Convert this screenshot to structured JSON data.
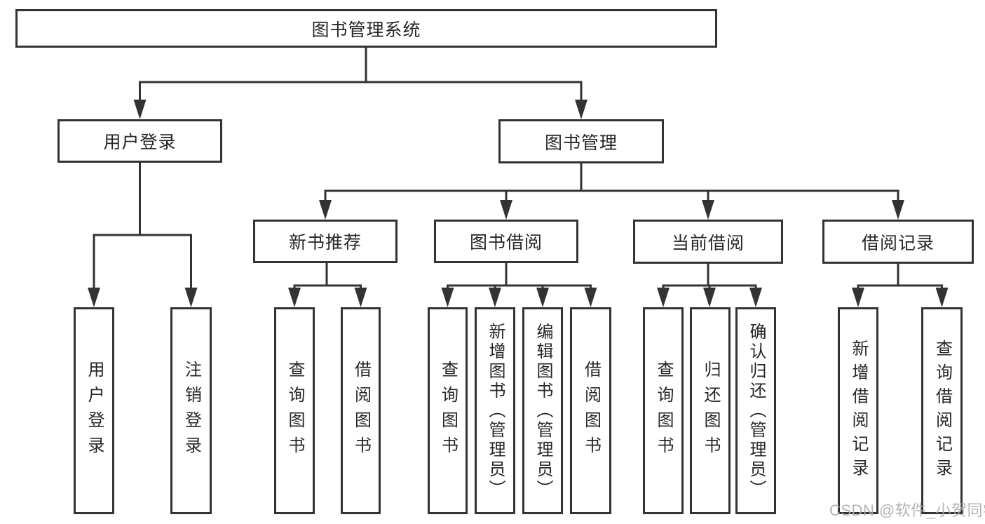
{
  "colors": {
    "line": "#333333",
    "box_border": "#333333",
    "box_background": "#ffffff",
    "text": "#262626",
    "watermark_text_color": "#aeaeae"
  },
  "watermark": {
    "text": "CSDN @软件_小贺同学"
  },
  "tree": {
    "root": {
      "label": "图书管理系统"
    },
    "branches": [
      {
        "label": "用户登录",
        "children": [
          {
            "label": "用户登录"
          },
          {
            "label": "注销登录"
          }
        ]
      },
      {
        "label": "图书管理",
        "children": [
          {
            "label": "新书推荐",
            "children": [
              {
                "label": "查询图书"
              },
              {
                "label": "借阅图书"
              }
            ]
          },
          {
            "label": "图书借阅",
            "children": [
              {
                "label": "查询图书"
              },
              {
                "label": "新增图书（管理员）"
              },
              {
                "label": "编辑图书（管理员）"
              },
              {
                "label": "借阅图书"
              }
            ]
          },
          {
            "label": "当前借阅",
            "children": [
              {
                "label": "查询图书"
              },
              {
                "label": "归还图书"
              },
              {
                "label": "确认归还（管理员）"
              }
            ]
          },
          {
            "label": "借阅记录",
            "children": [
              {
                "label": "新增借阅记录"
              },
              {
                "label": "查询借阅记录"
              }
            ]
          }
        ]
      }
    ]
  }
}
